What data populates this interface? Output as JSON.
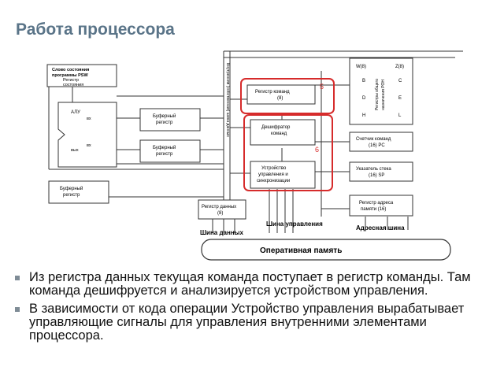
{
  "slide": {
    "title": "Работа процессора",
    "bullets": [
      " Из регистра данных  текущая команда поступает в  регистр команды. Там команда дешифруется и анализируется устройством управления.",
      "В зависимости от кода операции Устройство управления вырабатывает управляющие сигналы для управления внутренними элементами процессора."
    ]
  },
  "diagram": {
    "psw": {
      "line1": "Слово состояния",
      "line2": "программы PSW",
      "line3": "Регистр",
      "line4": "состояния"
    },
    "alu": {
      "label": "АЛУ",
      "in1": "вх",
      "in2": "вх",
      "out": "вых"
    },
    "buffer1": {
      "line1": "Буферный",
      "line2": "регистр"
    },
    "buffer2": {
      "line1": "Буферный",
      "line2": "регистр"
    },
    "buffer3": {
      "line1": "Буферный",
      "line2": "регистр"
    },
    "internal_bus": "Внутренняя (собственная) шина данных",
    "instruction_register": {
      "line1": "Регистр команд",
      "line2": "(8)",
      "marker": "5"
    },
    "decoder": {
      "line1": "Дешифратор",
      "line2": "команд"
    },
    "control_unit": {
      "line1": "Устройство",
      "line2": "управления и",
      "line3": "синхронизации",
      "marker": "6"
    },
    "gpr": {
      "w": "W(8)",
      "z": "Z(8)",
      "b": "B",
      "c": "C",
      "d": "D",
      "e": "E",
      "h": "H",
      "l": "L",
      "side_line1": "Регистры общего",
      "side_line2": "назначения РОН"
    },
    "pc": {
      "line1": "Счетчик команд",
      "line2": "(16) PC"
    },
    "sp": {
      "line1": "Указатель стека",
      "line2": "(16) SP"
    },
    "address_register": {
      "line1": "Регистр адреса",
      "line2": "памяти (16)"
    },
    "data_register": {
      "line1": "Регистр данных",
      "line2": "(8)"
    },
    "data_bus": "Шина данных",
    "control_bus": "Шина управления",
    "address_bus": "Адресная шина",
    "memory": "Оперативная память",
    "colors": {
      "highlight": "#d62b2b",
      "title": "#5a7488"
    }
  }
}
